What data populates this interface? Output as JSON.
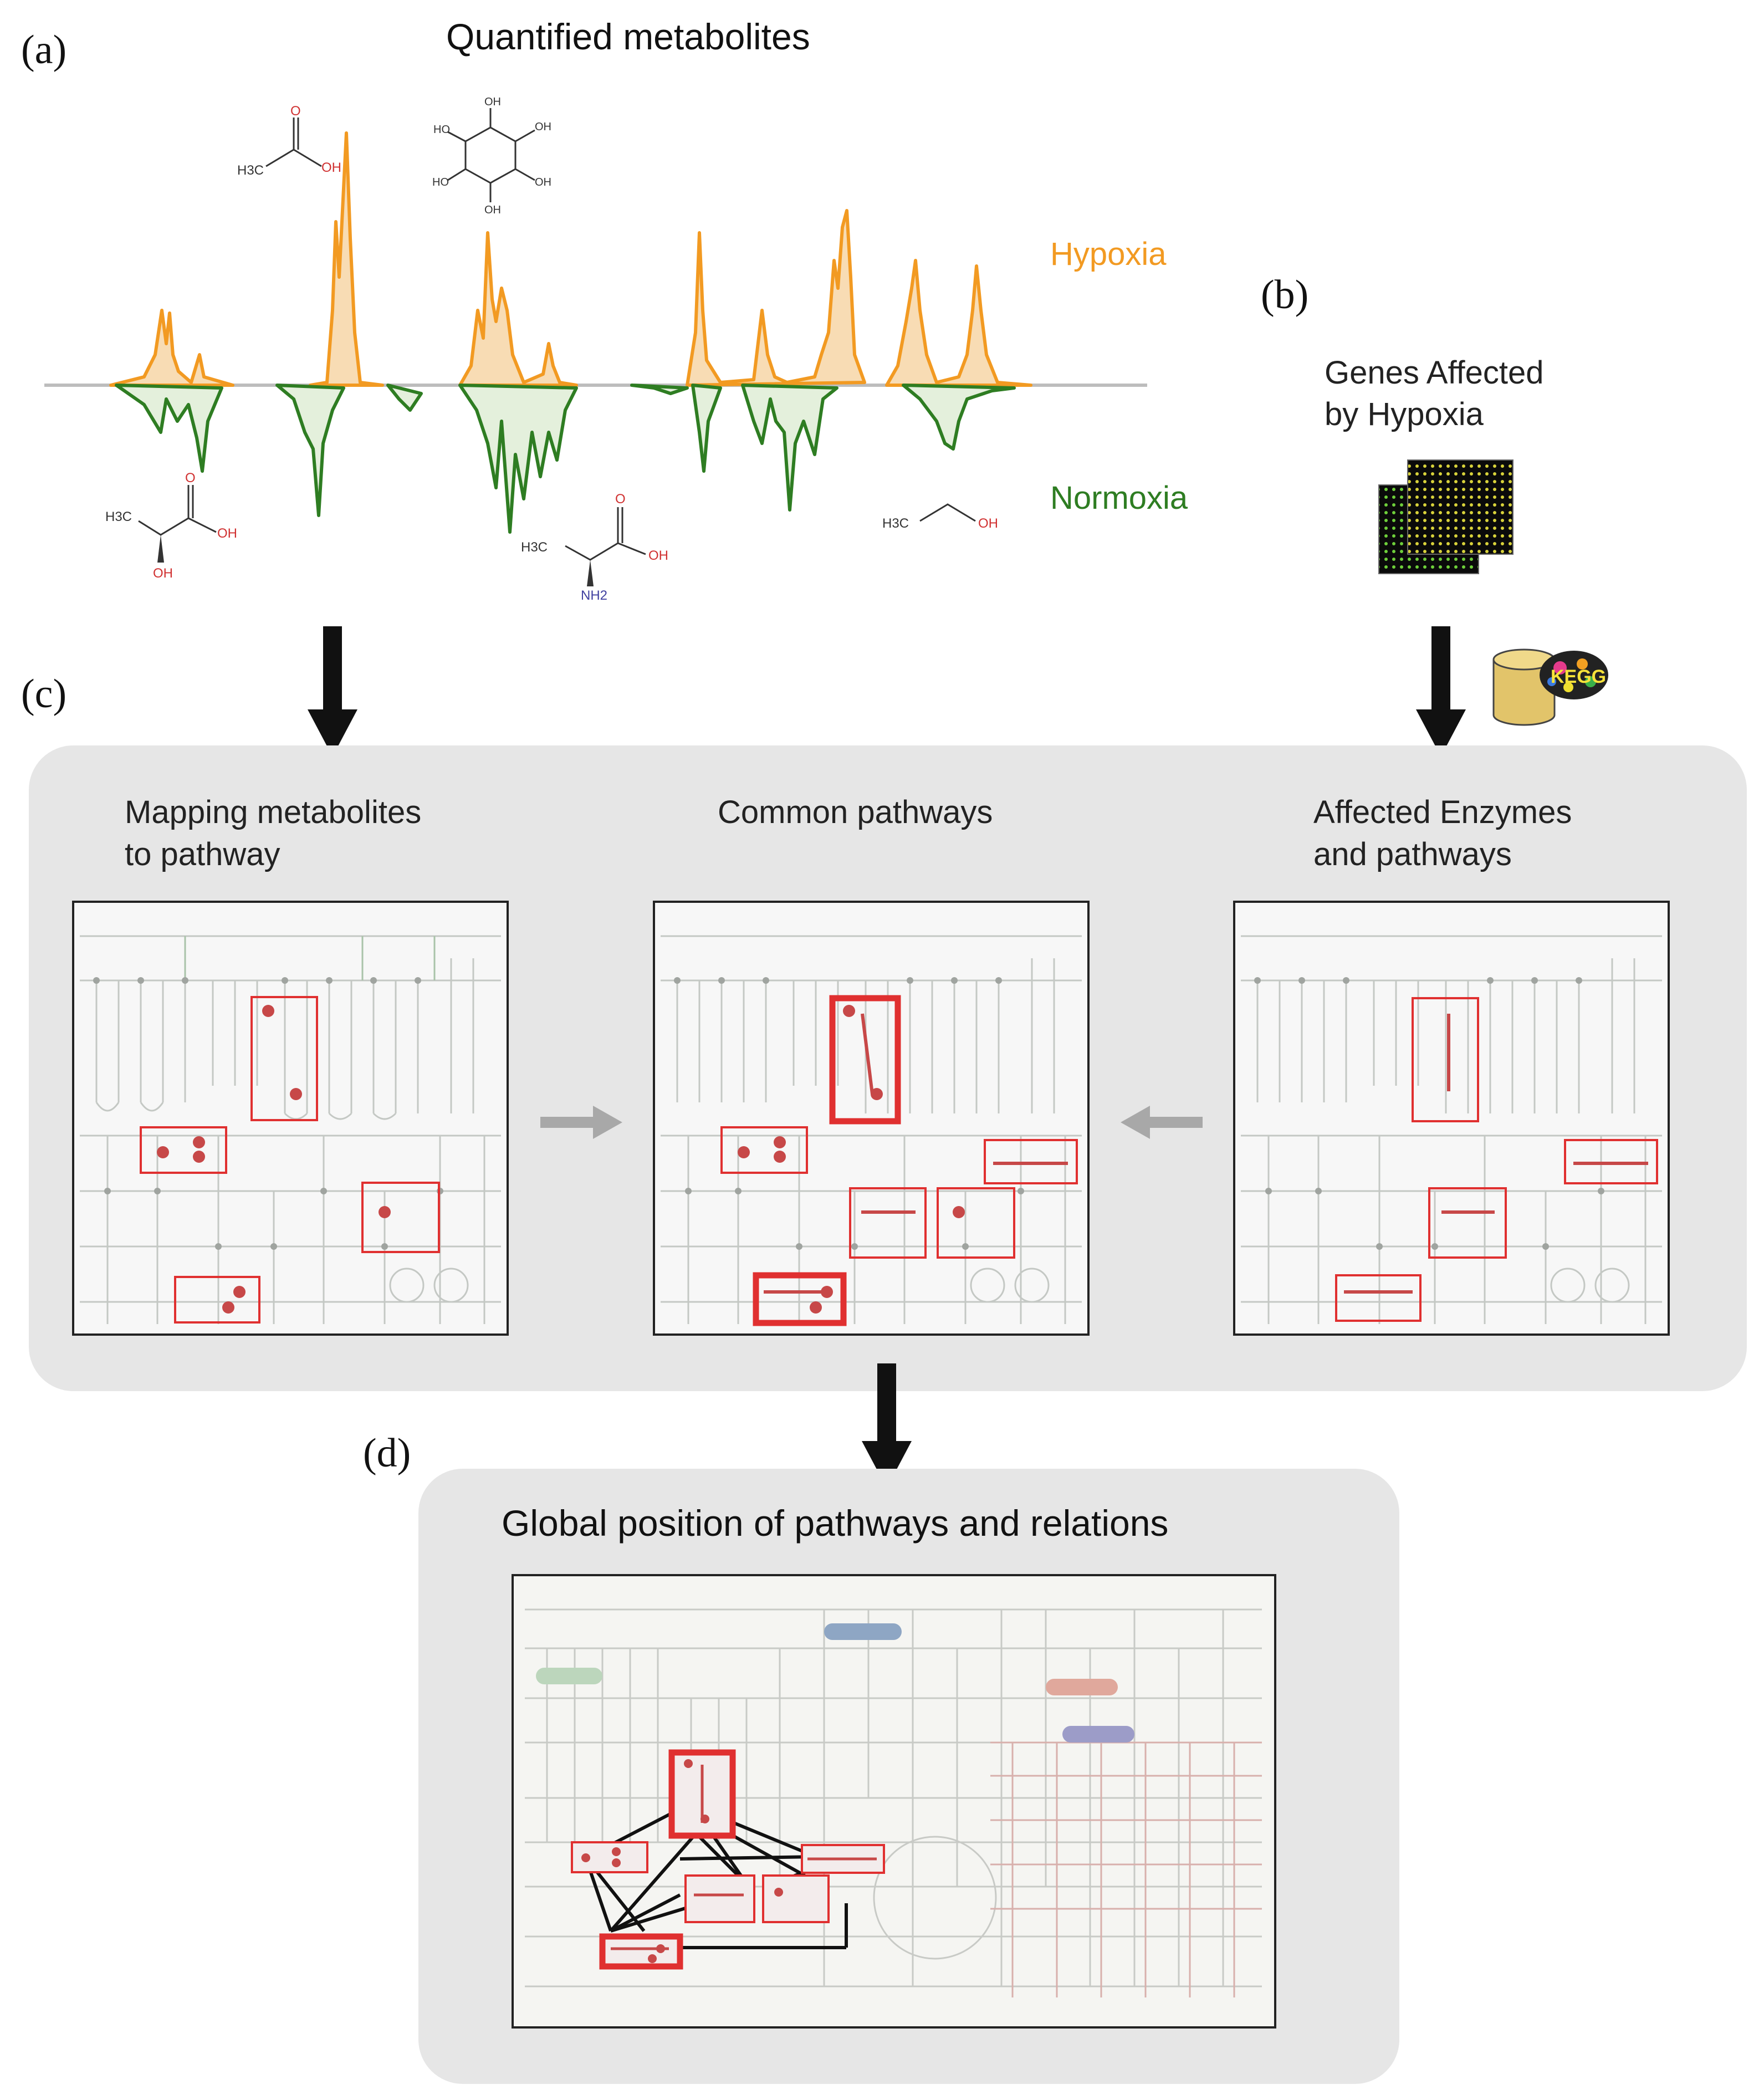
{
  "panels": {
    "a": {
      "letter": "(a)",
      "title": "Quantified metabolites",
      "series_top": "Hypoxia",
      "series_bottom": "Normoxia",
      "colors": {
        "hypoxia": "#f29a22",
        "normoxia": "#2e7d22"
      }
    },
    "b": {
      "letter": "(b)",
      "title_line1": "Genes Affected",
      "title_line2": "by Hypoxia"
    },
    "c": {
      "letter": "(c)",
      "map1_line1": "Mapping metabolites",
      "map1_line2": "to pathway",
      "map2_title": "Common pathways",
      "map3_line1": "Affected Enzymes",
      "map3_line2": "and  pathways"
    },
    "d": {
      "letter": "(d)",
      "title": "Global position of pathways and relations"
    }
  },
  "chemical_labels": {
    "acetic": [
      "O",
      "H3C",
      "OH"
    ],
    "inositol": [
      "OH",
      "HO",
      "OH",
      "HO",
      "OH",
      "OH"
    ],
    "lactic": [
      "O",
      "H3C",
      "OH",
      "OH"
    ],
    "alanine": [
      "O",
      "H3C",
      "OH",
      "NH2"
    ],
    "ethanol": [
      "H3C",
      "OH"
    ]
  },
  "database_logo": "KEGG",
  "colors": {
    "highlight": "#e03030",
    "arrow": "#111111",
    "gray_arrow": "#a8a8a8",
    "panel_bg": "#e6e6e6"
  }
}
